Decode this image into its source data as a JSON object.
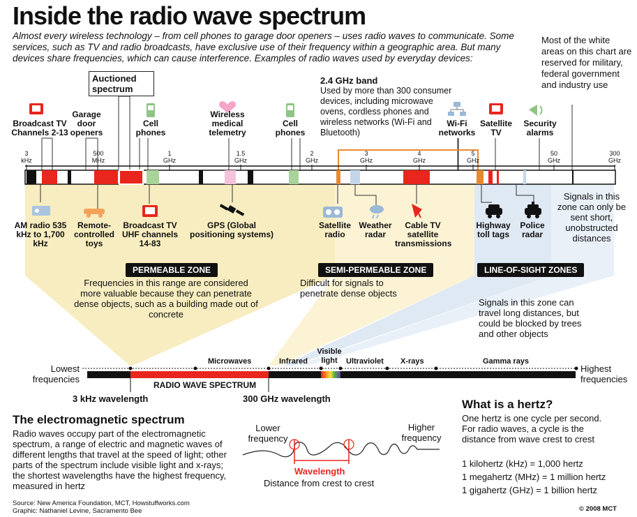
{
  "title": "Inside the radio wave spectrum",
  "intro": "Almost every wireless technology – from cell phones to garage door openers – uses radio waves to communicate. Some services, such as TV and radio broadcasts, have exclusive use of their frequency within a geographic area. But many devices share frequencies, which can cause interference. Examples of radio waves used by everyday devices:",
  "white_note": "Most of the white areas on this chart are reserved for military, federal government and industry use",
  "band24": {
    "title": "2.4 GHz band",
    "text": "Used by more than 300 consumer devices, including microwave ovens, cordless phones and wireless networks (Wi-Fi and Bluetooth)"
  },
  "auctioned": "Auctioned spectrum",
  "top_labels": {
    "broadcast_tv": "Broadcast TV Channels 2-13",
    "garage": "Garage door openers",
    "cell1": "Cell phones",
    "telemetry": "Wireless medical telemetry",
    "cell2": "Cell phones",
    "wifi": "Wi-Fi networks",
    "sat_tv": "Satellite TV",
    "security": "Security alarms"
  },
  "ticks": [
    {
      "value": "3",
      "unit": "kHz"
    },
    {
      "value": "500",
      "unit": "MHz"
    },
    {
      "value": "1",
      "unit": "GHz"
    },
    {
      "value": "1.5",
      "unit": "GHz"
    },
    {
      "value": "2",
      "unit": "GHz"
    },
    {
      "value": "3",
      "unit": "GHz"
    },
    {
      "value": "4",
      "unit": "GHz"
    },
    {
      "value": "5",
      "unit": "GHz"
    },
    {
      "value": "50",
      "unit": "GHz"
    },
    {
      "value": "300",
      "unit": "GHz"
    }
  ],
  "bottom_labels": {
    "am": "AM radio 535 kHz to 1,700 kHz",
    "toys": "Remote-controlled toys",
    "uhf": "Broadcast TV UHF channels 14-83",
    "gps": "GPS (Global positioning systems)",
    "sat_radio": "Satellite radio",
    "weather": "Weather radar",
    "cable": "Cable TV satellite transmissions",
    "toll": "Highway toll tags",
    "police": "Police radar"
  },
  "short_zone_note": "Signals in this zone can only be sent short, unobstructed distances",
  "long_zone_note": "Signals in this zone can travel long distances, but could be blocked by trees and other objects",
  "zones": {
    "permeable": "PERMEABLE ZONE",
    "permeable_text": "Frequencies in this range are considered more valuable because they can penetrate dense objects, such as a building made out of concrete",
    "semi": "SEMI-PERMEABLE ZONE",
    "semi_text": "Difficult for signals to penetrate dense objects",
    "los": "LINE-OF-SIGHT ZONES"
  },
  "em": {
    "lowest": "Lowest frequencies",
    "highest": "Highest frequencies",
    "microwaves": "Microwaves",
    "infrared": "Infrared",
    "visible": "Visible light",
    "ultraviolet": "Ultraviolet",
    "xrays": "X-rays",
    "gamma": "Gamma rays",
    "radio_spectrum": "RADIO WAVE SPECTRUM",
    "wl_3khz": "3 kHz wavelength",
    "wl_300ghz": "300 GHz wavelength"
  },
  "em_section": {
    "title": "The electromagnetic spectrum",
    "text": "Radio waves occupy part of the electromagnetic spectrum, a range of electric and magnetic waves of different lengths that travel at the speed of light; other parts of the spectrum include visible light and x-rays; the shortest wavelengths have the highest frequency, measured in hertz"
  },
  "wave": {
    "lower": "Lower frequency",
    "higher": "Higher frequency",
    "wavelength": "Wavelength",
    "distance": "Distance from crest to crest"
  },
  "hertz": {
    "title": "What is a hertz?",
    "text": "One hertz is one cycle per second. For radio waves, a cycle is the distance from wave crest to crest",
    "k": "1 kilohertz (kHz) = 1,000 hertz",
    "m": "1 megahertz (MHz) = 1 million hertz",
    "g": "1 gigahertz (GHz) = 1 billion hertz"
  },
  "source": "Source: New America Foundation, MCT, Howstuffworks.com",
  "graphic": "Graphic: Nathaniel Levine, Sacramento Bee",
  "copyright": "© 2008 MCT",
  "colors": {
    "red": "#e8261d",
    "green": "#a9d39a",
    "blue": "#c4d7ea",
    "yellow": "#f7edc0",
    "orange": "#e9892f",
    "lightblue": "#dde9f4"
  }
}
